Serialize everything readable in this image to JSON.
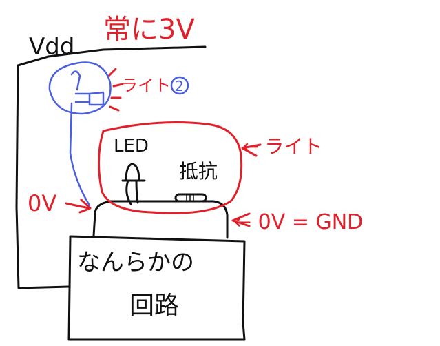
{
  "labels": {
    "vdd": "Vdd",
    "always_3v": "常に3V",
    "light2": "ライト",
    "light2_num": "2",
    "led": "LED",
    "resistor": "抵抗",
    "light": "← ライト",
    "zero_v_left": "0V",
    "zero_v_gnd": "← 0V = GND",
    "circuit_line1": "なんらかの",
    "circuit_line2": "回路"
  },
  "colors": {
    "ink_black": "#111111",
    "ink_red": "#e0202a",
    "ink_blue": "#4a5ee0"
  }
}
